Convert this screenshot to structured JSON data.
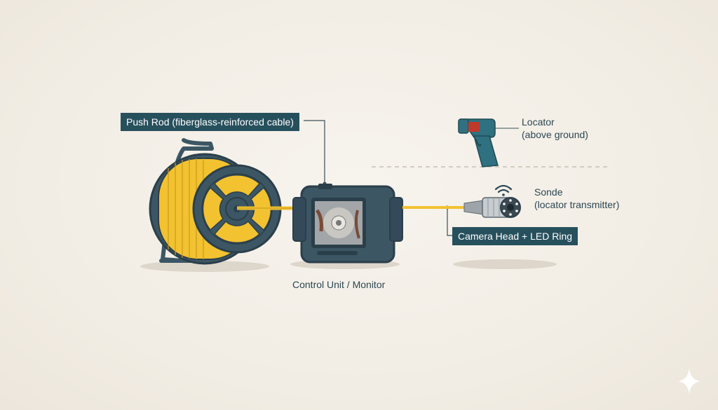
{
  "labels": {
    "push_rod": "Push Rod (fiberglass-reinforced cable)",
    "control_unit": "Control Unit / Monitor",
    "locator_line1": "Locator",
    "locator_line2": "(above ground)",
    "sonde_line1": "Sonde",
    "sonde_line2": "(locator transmitter)",
    "camera_head": "Camera Head + LED Ring"
  },
  "colors": {
    "background": "#f3efe7",
    "label_box": "#27505d",
    "device_body": "#3c5664",
    "cable": "#f2c230",
    "locator_accent": "#c03a2b",
    "locator_body": "#2f7180"
  },
  "icons": [
    "cable-reel-icon",
    "monitor-icon",
    "locator-gun-icon",
    "camera-head-icon",
    "wifi-signal-icon",
    "sparkle-icon"
  ]
}
